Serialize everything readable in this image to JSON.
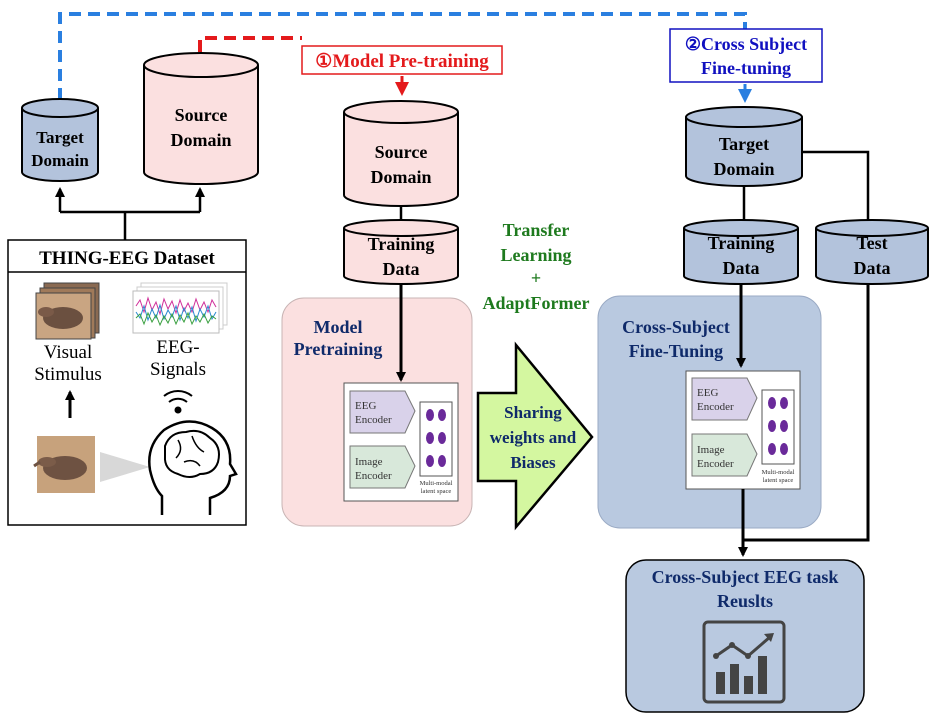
{
  "colors": {
    "pink_fill": "#fbe0e0",
    "blue_fill": "#b3c3dc",
    "panel_blue": "#b9c9e0",
    "dark_blue_text": "#0f2a6a",
    "red_accent": "#e41a1c",
    "blue_accent": "#2a7fe0",
    "green_text": "#1e7a1e",
    "arrow_green": "#d4f7a0",
    "eeg_purple": "#d9d2ea",
    "img_green": "#d8e8da",
    "dot_purple": "#6a2a9a"
  },
  "left": {
    "target_domain": [
      "Target",
      "Domain"
    ],
    "source_domain": [
      "Source",
      "Domain"
    ],
    "dataset_title": "THING-EEG Dataset",
    "visual_stimulus": [
      "Visual",
      "Stimulus"
    ],
    "eeg_signals": [
      "EEG-",
      "Signals"
    ]
  },
  "steps": {
    "step1": "①Model Pre-training",
    "step2": [
      "②Cross Subject",
      "Fine-tuning"
    ]
  },
  "middle": {
    "source_domain": [
      "Source",
      "Domain"
    ],
    "training_data": [
      "Training",
      "Data"
    ],
    "panel_title": [
      "Model",
      "Pretraining"
    ]
  },
  "encoder": {
    "eeg": [
      "EEG",
      "Encoder"
    ],
    "image": [
      "Image",
      "Encoder"
    ],
    "latent": [
      "Multi-modal",
      "latent space"
    ]
  },
  "transfer": {
    "label": [
      "Transfer",
      "Learning",
      "+",
      "AdaptFormer"
    ],
    "arrow_text": [
      "Sharing",
      "weights and",
      "Biases"
    ]
  },
  "right": {
    "target_domain": [
      "Target",
      "Domain"
    ],
    "training_data": [
      "Training",
      "Data"
    ],
    "test_data": [
      "Test",
      "Data"
    ],
    "panel_title": [
      "Cross-Subject",
      "Fine-Tuning"
    ]
  },
  "results": {
    "title": [
      "Cross-Subject EEG task",
      "Reuslts"
    ]
  }
}
